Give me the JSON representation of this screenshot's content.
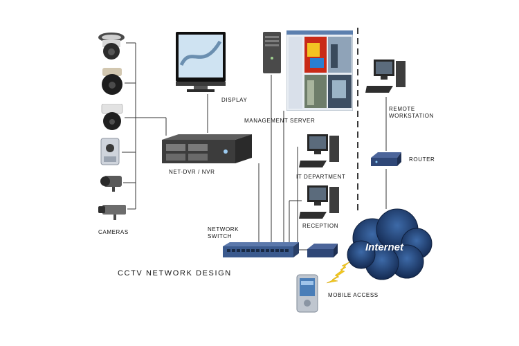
{
  "diagram": {
    "title": "CCTV  NETWORK  DESIGN",
    "labels": {
      "cameras": "CAMERAS",
      "display": "DISPLAY",
      "management_server": "MANAGEMENT  SERVER",
      "net_dvr": "NET-DVR  /  NVR",
      "remote_workstation": "REMOTE WORKSTATION",
      "router": "ROUTER",
      "it_department": "IT  DEPARTMENT",
      "reception": "RECEPTION",
      "network_switch": "NETWORK SWITCH",
      "internet": "Internet",
      "mobile_access": "MOBILE  ACCESS"
    },
    "colors": {
      "line": "#333333",
      "cloud": "#1f3f72",
      "switch": "#3b5a8e",
      "router": "#2f4777",
      "wireless": "#f2c81e"
    }
  }
}
